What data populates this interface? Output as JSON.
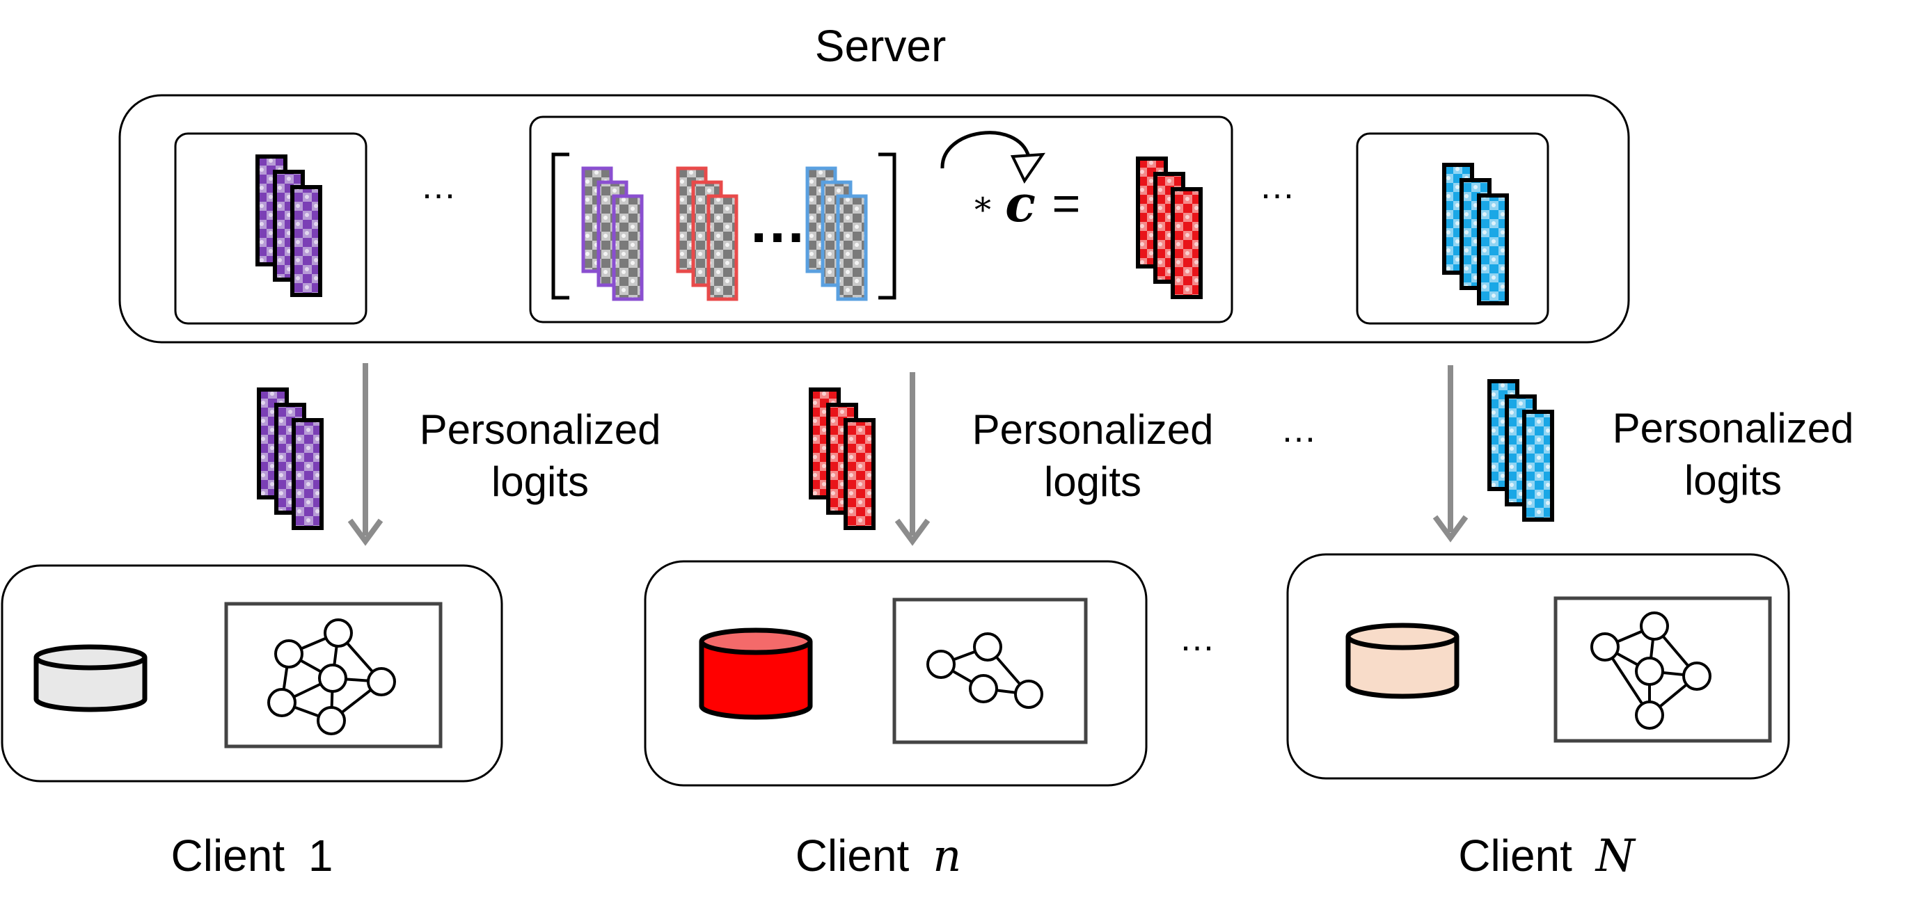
{
  "server": {
    "title": "Server"
  },
  "equation": {
    "operator": "*",
    "variable": "c",
    "equals": "="
  },
  "ellipsis": "…",
  "arrow_label": {
    "line1": "Personalized",
    "line2": "logits"
  },
  "clients": [
    {
      "label": "Client",
      "index": "1",
      "index_style": "upright"
    },
    {
      "label": "Client",
      "index": "n",
      "index_style": "italic"
    },
    {
      "label": "Client",
      "index": "N",
      "index_style": "italic"
    }
  ],
  "colors": {
    "purple": "#7b3fb5",
    "red": "#e8141a",
    "blue": "#1aa7e6",
    "gray": "#8a8a8a",
    "arrow": "#8c8c8c",
    "db_gray": "#e8e8e8",
    "db_red": "#ff0000",
    "db_peach": "#f8dcc9"
  }
}
